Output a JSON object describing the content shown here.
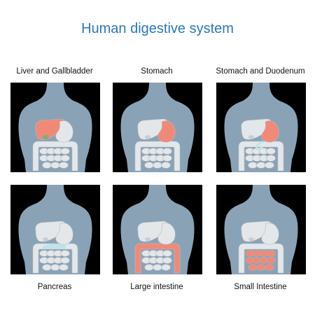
{
  "title": "Human digestive system",
  "panels": [
    {
      "label": "Liver and Gallbladder",
      "highlight": "liver-gallbladder"
    },
    {
      "label": "Stomach",
      "highlight": "stomach"
    },
    {
      "label": "Stomach and Duodenum",
      "highlight": "stomach-duodenum"
    },
    {
      "label": "Pancreas",
      "highlight": "pancreas"
    },
    {
      "label": "Large intestine",
      "highlight": "large-intestine"
    },
    {
      "label": "Small Intestine",
      "highlight": "small-intestine"
    }
  ],
  "colors": {
    "title": "#2a78b8",
    "panel_bg": "#000000",
    "body": "#8aa2b6",
    "organ_neutral": "#e4e7ea",
    "highlight": "#f08a78",
    "pancreas_highlight": "#bfe3e6"
  }
}
